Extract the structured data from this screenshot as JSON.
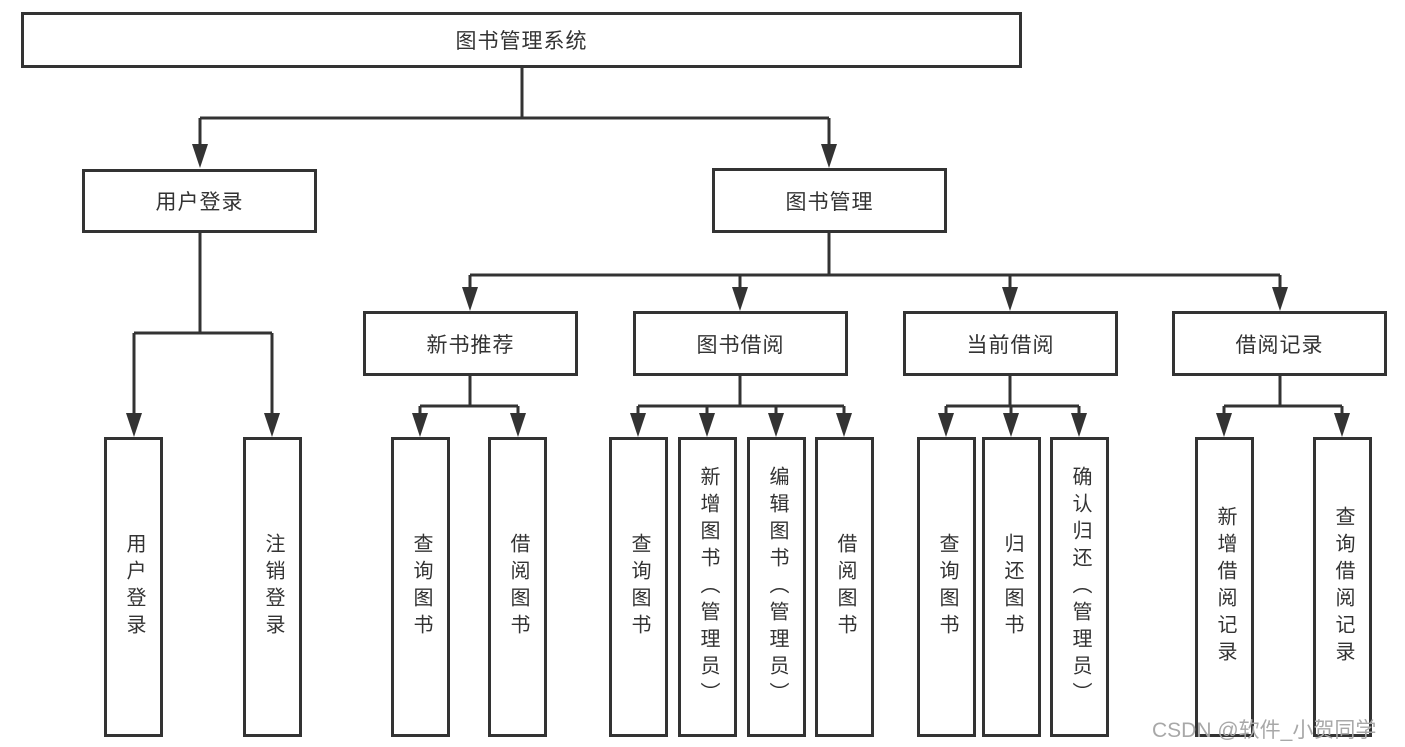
{
  "tree": {
    "root_label": "图书管理系统",
    "branches": [
      {
        "label": "用户登录",
        "leaves": [
          "用户登录",
          "注销登录"
        ]
      },
      {
        "label": "图书管理",
        "sections": [
          {
            "label": "新书推荐",
            "leaves": [
              "查询图书",
              "借阅图书"
            ]
          },
          {
            "label": "图书借阅",
            "leaves": [
              "查询图书",
              "新增图书（管理员）",
              "编辑图书（管理员）",
              "借阅图书"
            ]
          },
          {
            "label": "当前借阅",
            "leaves": [
              "查询图书",
              "归还图书",
              "确认归还（管理员）"
            ]
          },
          {
            "label": "借阅记录",
            "leaves": [
              "新增借阅记录",
              "查询借阅记录"
            ]
          }
        ]
      }
    ]
  },
  "watermark": "CSDN @软件_小贺同学",
  "colors": {
    "line": "#333333",
    "box_border": "#333333",
    "text": "#333333",
    "background": "#ffffff",
    "watermark": "#a8a8a8"
  }
}
